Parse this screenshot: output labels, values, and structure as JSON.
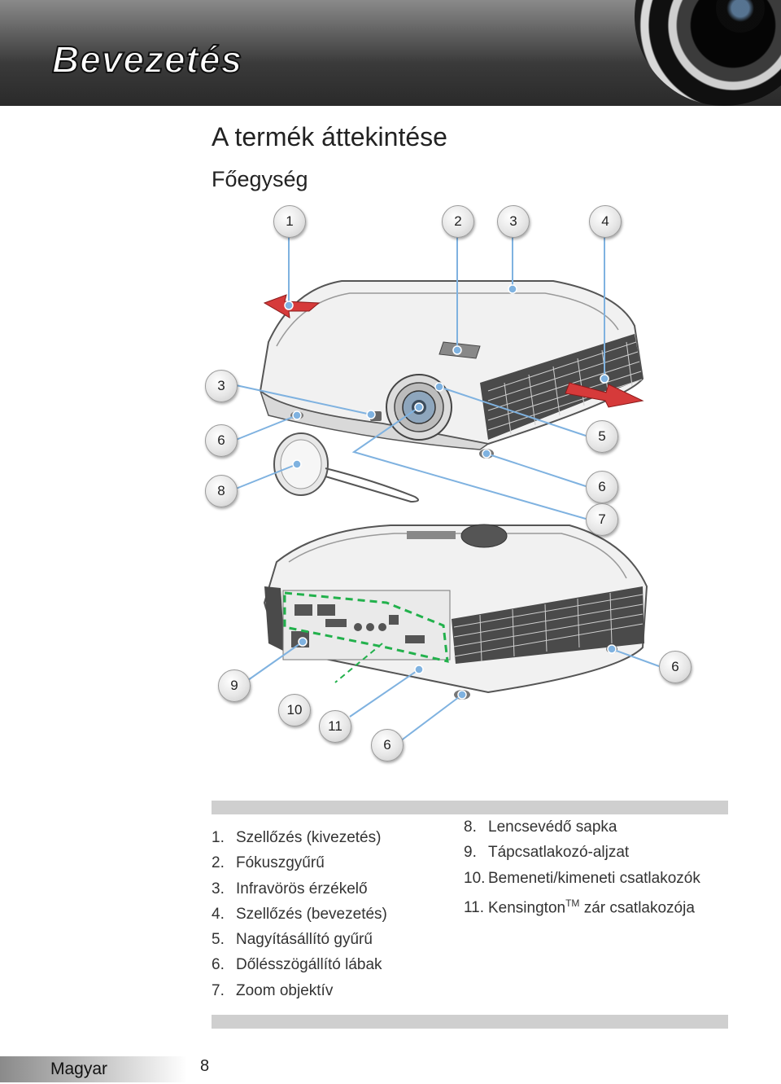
{
  "header": {
    "chapter_title": "Bevezetés"
  },
  "section_title": "A termék áttekintése",
  "subsection_title": "Főegység",
  "callouts": {
    "top_1": "1",
    "top_2": "2",
    "top_3": "3",
    "top_4": "4",
    "left_3": "3",
    "left_6": "6",
    "left_8": "8",
    "right_5": "5",
    "right_6": "6",
    "right_7": "7",
    "rear_right_6": "6",
    "rear_9": "9",
    "rear_10": "10",
    "rear_11": "11",
    "rear_6": "6"
  },
  "legend_left": [
    {
      "num": "1.",
      "text": "Szellőzés (kivezetés)"
    },
    {
      "num": "2.",
      "text": "Fókuszgyűrű"
    },
    {
      "num": "3.",
      "text": "Infravörös érzékelő"
    },
    {
      "num": "4.",
      "text": "Szellőzés (bevezetés)"
    },
    {
      "num": "5.",
      "text": "Nagyításállító gyűrű"
    },
    {
      "num": "6.",
      "text": "Dőlésszögállító lábak"
    },
    {
      "num": "7.",
      "text": "Zoom objektív"
    }
  ],
  "legend_right": [
    {
      "num": "8.",
      "text": "Lencsevédő sapka"
    },
    {
      "num": "9.",
      "text": "Tápcsatlakozó-aljzat"
    },
    {
      "num": "10.",
      "text": "Bemeneti/kimeneti csatlakozók"
    },
    {
      "num": "11.",
      "text": "Kensington",
      "sup": "TM",
      "text_after": "zár csatlakozója"
    }
  ],
  "footer": {
    "language": "Magyar",
    "page_number": "8"
  }
}
